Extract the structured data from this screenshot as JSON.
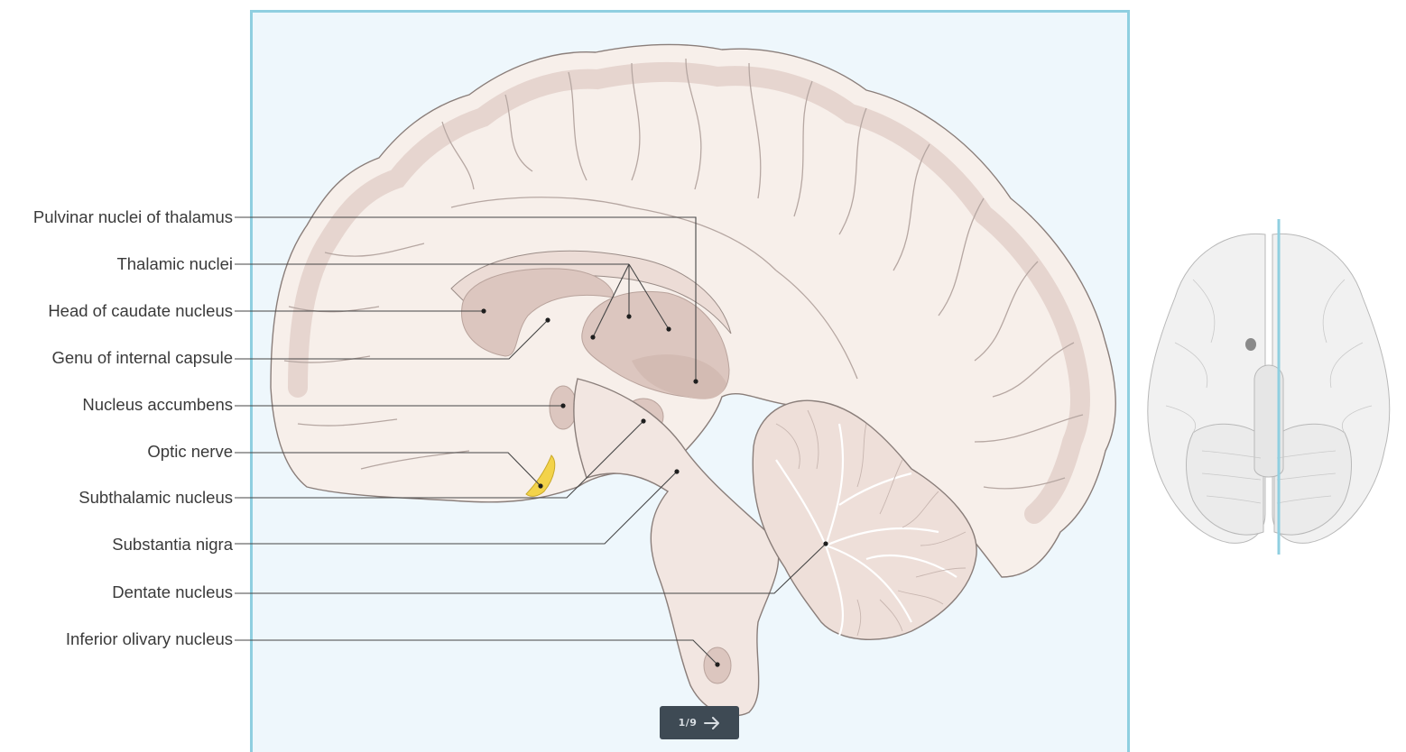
{
  "labels": [
    {
      "id": "pulvinar",
      "text": "Pulvinar nuclei of thalamus"
    },
    {
      "id": "thalamic",
      "text": "Thalamic nuclei"
    },
    {
      "id": "caudate",
      "text": "Head of caudate nucleus"
    },
    {
      "id": "genu",
      "text": "Genu of internal capsule"
    },
    {
      "id": "accumbens",
      "text": "Nucleus accumbens"
    },
    {
      "id": "optic",
      "text": "Optic nerve"
    },
    {
      "id": "subthalamic",
      "text": "Subthalamic nucleus"
    },
    {
      "id": "nigra",
      "text": "Substantia nigra"
    },
    {
      "id": "dentate",
      "text": "Dentate nucleus"
    },
    {
      "id": "olivary",
      "text": "Inferior olivary nucleus"
    }
  ],
  "pager": {
    "text": "1/9",
    "arrow_icon": "arrow-right-icon"
  },
  "orientation_icon": "brain-inferior-view-icon",
  "colors": {
    "frame_border": "#8fcfe0",
    "frame_bg": "#eef7fc",
    "brain_fill": "#f7efea",
    "brain_outline": "#8a7e7a",
    "cortex_band": "#e6d5cf",
    "nucleus_fill": "#dcc6bf",
    "optic_nerve": "#f3d34a",
    "pager_bg": "#3e4a54",
    "orientation_line": "#8fcfe0"
  }
}
